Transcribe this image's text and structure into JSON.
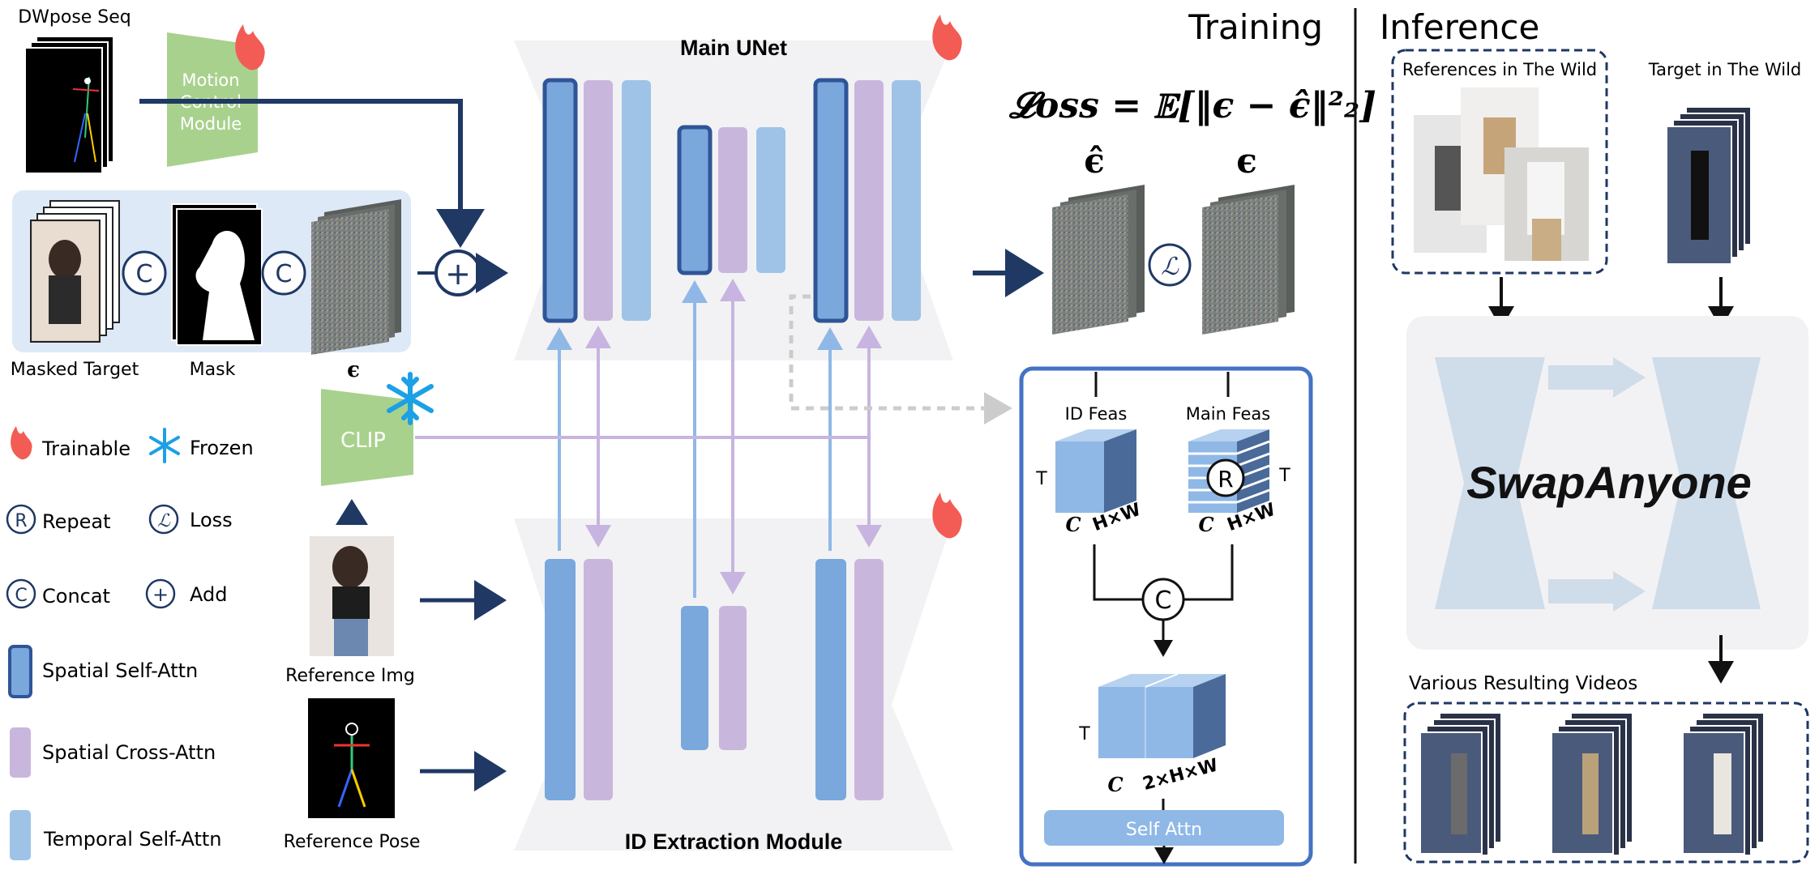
{
  "training": {
    "title": "Training",
    "inputs": {
      "dwpose_label": "DWpose Seq",
      "motion_module_label": "Motion\nControl\nModule",
      "masked_target_label": "Masked Target",
      "mask_label": "Mask",
      "noise_label": "ϵ",
      "clip_label": "CLIP",
      "reference_img_label": "Reference Img",
      "reference_pose_label": "Reference Pose"
    },
    "main_unet_label": "Main UNet",
    "id_module_label": "ID Extraction Module",
    "loss": {
      "formula": "𝓛oss = 𝔼[‖ϵ − ϵ̂‖²₂]",
      "pred_label": "ϵ̂",
      "gt_label": "ϵ",
      "loss_symbol": "ℒ"
    },
    "detail": {
      "id_feas": "ID Feas",
      "main_feas": "Main Feas",
      "t": "T",
      "c": "C",
      "hw": "H×W",
      "repeat_symbol": "R",
      "concat_symbol": "C",
      "out_hw": "2×H×W",
      "self_attn": "Self Attn"
    }
  },
  "legend": [
    {
      "symbol": "fire",
      "label": "Trainable"
    },
    {
      "symbol": "snowflake",
      "label": "Frozen"
    },
    {
      "symbol": "R",
      "label": "Repeat"
    },
    {
      "symbol": "ℒ",
      "label": "Loss"
    },
    {
      "symbol": "C",
      "label": "Concat"
    },
    {
      "symbol": "+",
      "label": "Add"
    },
    {
      "symbol": "spatial-self",
      "label": "Spatial Self-Attn"
    },
    {
      "symbol": "spatial-cross",
      "label": "Spatial Cross-Attn"
    },
    {
      "symbol": "temporal-self",
      "label": "Temporal Self-Attn"
    }
  ],
  "inference": {
    "title": "Inference",
    "references_label": "References in The Wild",
    "target_label": "Target in The Wild",
    "model_label": "SwapAnyone",
    "results_label": "Various Resulting Videos"
  },
  "colors": {
    "navy": "#1f3864",
    "dark_blue": "#2f5597",
    "block_blue": "#7aa7dc",
    "block_purple": "#c9b6dd",
    "block_light": "#9ec3e6",
    "clip_green": "#a9d18e",
    "arrow_blue": "#8fb8e6",
    "arrow_purple": "#c8b4e0",
    "panel_blue": "#dde9f7"
  }
}
